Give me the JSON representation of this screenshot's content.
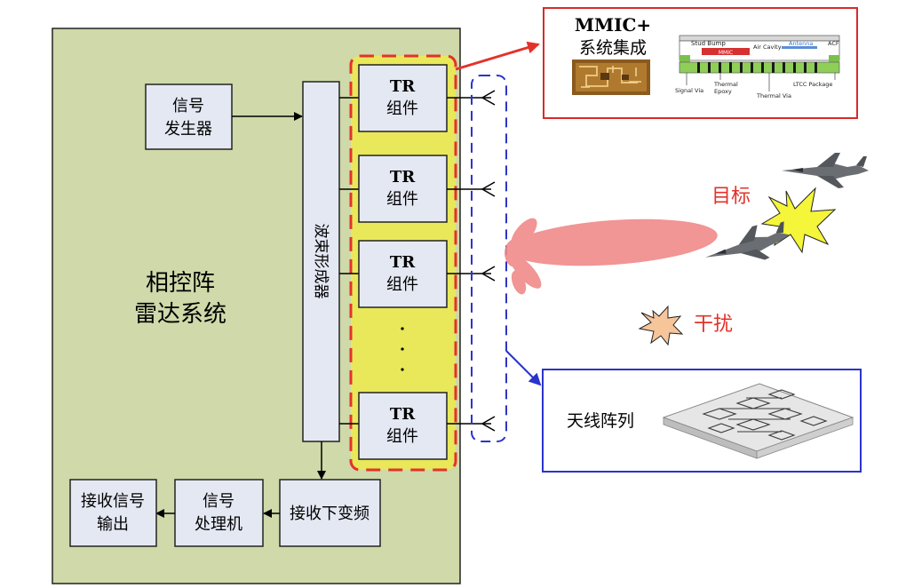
{
  "radar_system": {
    "line1": "相控阵",
    "line2": "雷达系统"
  },
  "signal_generator": {
    "line1": "信号",
    "line2": "发生器"
  },
  "beamformer": {
    "label": "波束形成器"
  },
  "tr_modules": [
    {
      "line1": "TR",
      "line2": "组件"
    },
    {
      "line1": "TR",
      "line2": "组件"
    },
    {
      "line1": "TR",
      "line2": "组件"
    },
    {
      "line1": "TR",
      "line2": "组件"
    }
  ],
  "receive_downconvert": {
    "label": "接收下变频"
  },
  "signal_processor": {
    "line1": "信号",
    "line2": "处理机"
  },
  "receive_output": {
    "line1": "接收信号",
    "line2": "输出"
  },
  "mmic_panel": {
    "title_line1": "MMIC+",
    "title_line2": "系统集成",
    "labels": {
      "stud_bump": "Stud Bump",
      "air_cavity": "Air Cavity",
      "antenna": "Antenna",
      "acf": "ACF",
      "mmic": "MMIC",
      "signal_via": "Signal Via",
      "thermal_epoxy_1": "Thermal",
      "thermal_epoxy_2": "Epoxy",
      "thermal_via": "Thermal Via",
      "ltcc_package": "LTCC Package"
    }
  },
  "target": {
    "label": "目标"
  },
  "jamming": {
    "label": "干扰"
  },
  "antenna_array": {
    "label": "天线阵列"
  },
  "colors": {
    "system_fill": "#cfd9a9",
    "block_fill": "#e4e8f3",
    "tr_area_fill": "#e8e85a",
    "red_dash": "#e2332a",
    "blue_dash": "#2b34c9",
    "beam": "#f08a8a",
    "target_text": "#e2332a",
    "burst_yellow": "#f5f53a",
    "burst_orange": "#f7c59a"
  }
}
